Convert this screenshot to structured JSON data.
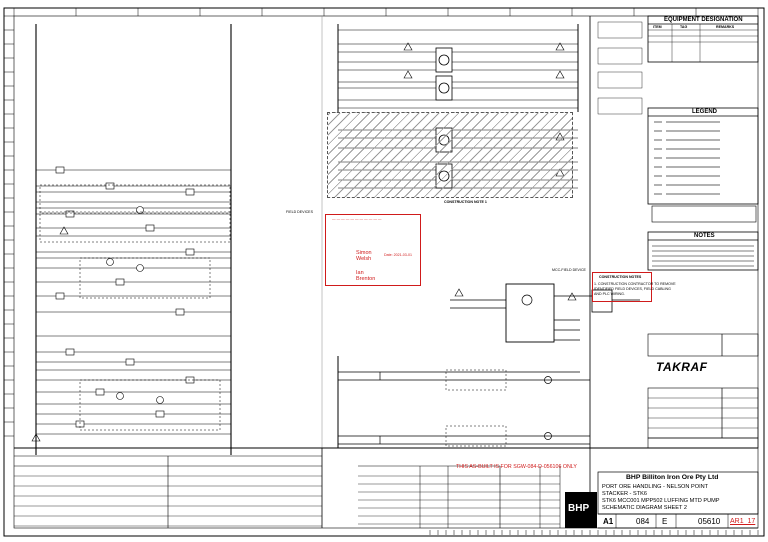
{
  "equipment_designation": {
    "title": "EQUIPMENT DESIGNATION",
    "headers": [
      "ITEM",
      "TAG",
      "REMARKS"
    ]
  },
  "legend": {
    "title": "LEGEND"
  },
  "notes": {
    "title": "NOTES"
  },
  "construction_notes": {
    "title": "CONSTRUCTION NOTES",
    "text": [
      "1. CONSTRUCTION CONTRACTOR TO REMOVE",
      "IDENTIFIED FIELD DEVICES, FIELD CABLING",
      "AND PLC WIRING."
    ],
    "label": "CONSTRUCTION NOTE 1"
  },
  "red_stamp": {
    "names": [
      "Simon Welsh",
      "Ian Brenton"
    ],
    "date": "Date: 2021-03-01"
  },
  "as_built_notice": "THIS AS-BUILT IS FOR SGW-084-D-056106 ONLY",
  "takraf": "TAKRAF",
  "company": {
    "name": "BHP Billiton Iron Ore Pty Ltd",
    "lines": [
      "PORT ORE HANDLING - NELSON POINT",
      "STACKER - STK6",
      "STK6 MCC001 MPP502 LUFFING MTD PUMP",
      "SCHEMATIC DIAGRAM SHEET 2"
    ]
  },
  "bhp_logo": "BHP",
  "drawing_number": {
    "size": "A1",
    "area": "084",
    "type": "E",
    "number": "05610",
    "revision": "AR1_17"
  },
  "labels": {
    "construction_note": "CONSTRUCTION NOTE 1",
    "mcc_field": "MCC-FIELD DEVICE",
    "field_devices": "FIELD DEVICES"
  }
}
